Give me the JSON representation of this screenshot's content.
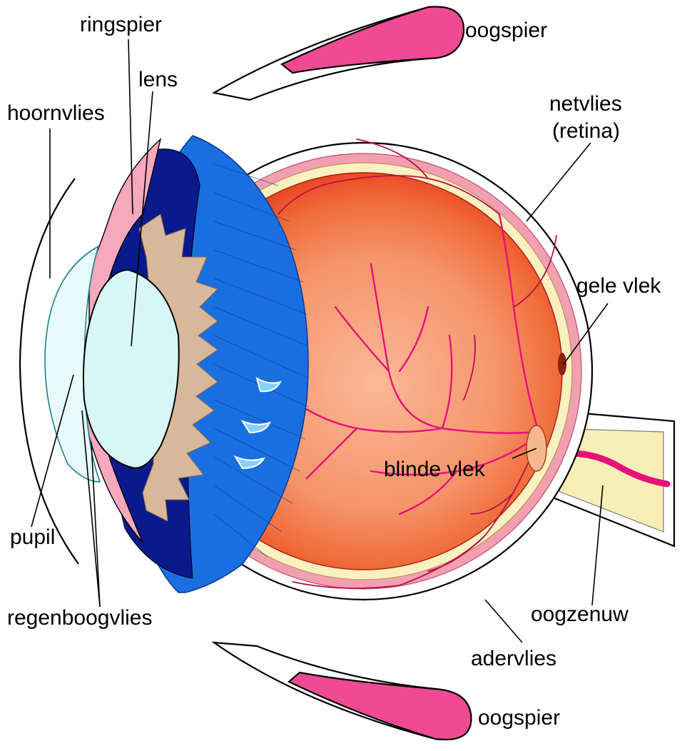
{
  "labels": {
    "ringspier": "ringspier",
    "lens": "lens",
    "hoornvlies": "hoornvlies",
    "oogspier_top": "oogspier",
    "netvlies": "netvlies",
    "retina": "(retina)",
    "gele_vlek": "gele vlek",
    "blinde_vlek": "blinde vlek",
    "pupil": "pupil",
    "regenboogvlies": "regenboogvlies",
    "oogzenuw": "oogzenuw",
    "adervlies": "adervlies",
    "oogspier_bottom": "oogspier"
  },
  "colors": {
    "sclera": "#ffffff",
    "choroid": "#f2a0b0",
    "retina_layer": "#fbf0c0",
    "vitreous_inner": "#fbb898",
    "vitreous_outer": "#e8321a",
    "ciliary_blue": "#1a6fe0",
    "ciliary_dark": "#0a1a8c",
    "zonule_tan": "#d8b89a",
    "lens": "#d8f6f6",
    "cornea_fluid": "#e8fbfb",
    "iris": "#f6a8bc",
    "muscle": "#f04a94",
    "nerve": "#f8eeb8",
    "vessel": "#e8107a"
  }
}
